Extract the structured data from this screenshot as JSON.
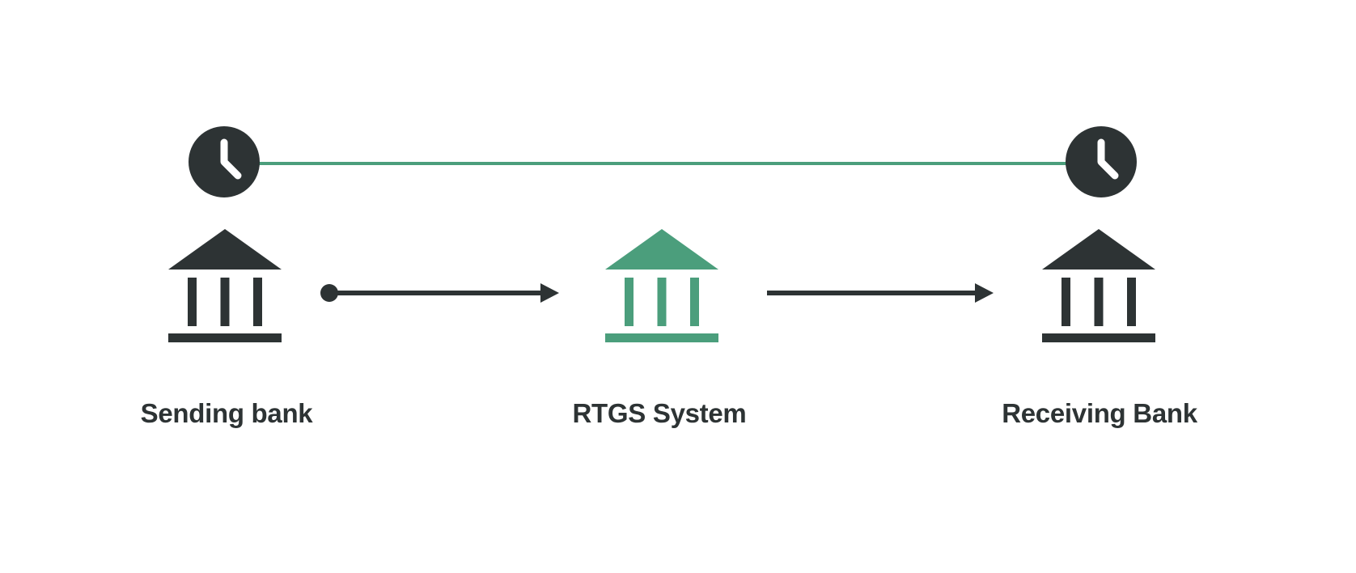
{
  "diagram": {
    "type": "flow-diagram",
    "nodes": [
      {
        "label": "Sending bank",
        "icon": "bank-icon",
        "color": "#2d3334"
      },
      {
        "label": "RTGS System",
        "icon": "bank-icon",
        "color": "#4b9e7c"
      },
      {
        "label": "Receiving Bank",
        "icon": "bank-icon",
        "color": "#2d3334"
      }
    ],
    "connections": [
      {
        "from": "Sending bank",
        "to": "RTGS System",
        "style": "solid-arrow-with-dot-tail"
      },
      {
        "from": "RTGS System",
        "to": "Receiving Bank",
        "style": "solid-arrow"
      }
    ],
    "timeline": {
      "left_icon": "clock-icon",
      "right_icon": "clock-icon",
      "line_color": "#4b9e7c",
      "spans_from": "Sending bank",
      "spans_to": "Receiving Bank"
    }
  },
  "colors": {
    "dark": "#2d3334",
    "green": "#4b9e7c",
    "background": "#ffffff"
  }
}
